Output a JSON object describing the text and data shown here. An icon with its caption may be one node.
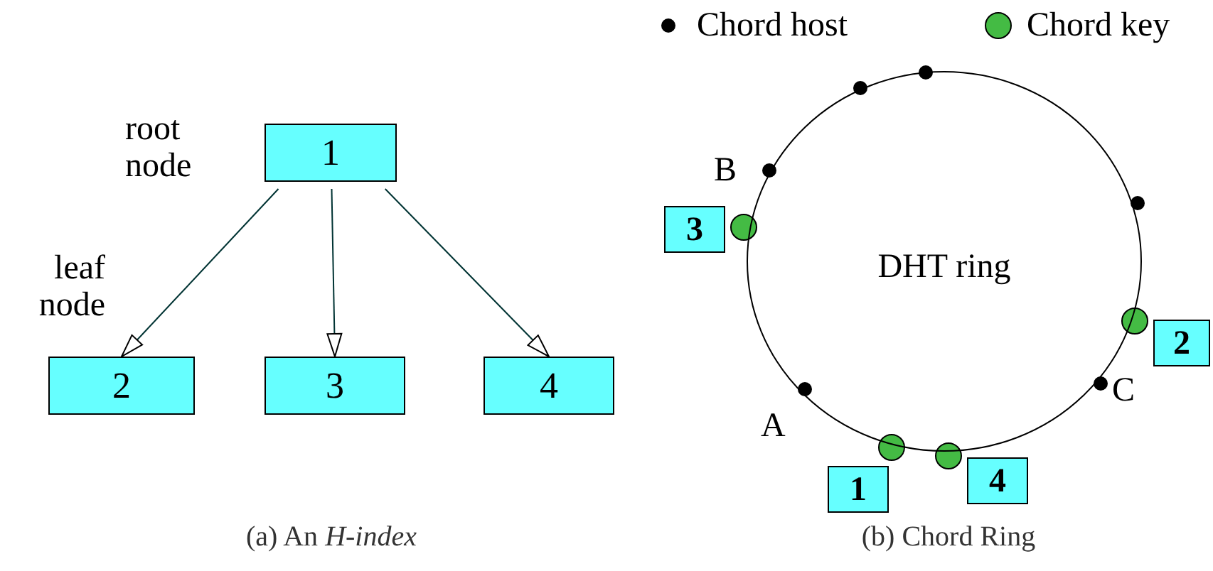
{
  "diagram": {
    "nodes": [
      {
        "text": [
          "1"
        ]
      },
      {
        "text": [
          "2"
        ]
      },
      {
        "text": [
          "3"
        ]
      },
      {
        "text": [
          "4"
        ]
      },
      {
        "text": [
          "DHT ring"
        ]
      },
      {
        "text": [
          "3"
        ]
      },
      {
        "text": [
          "2"
        ]
      },
      {
        "text": [
          "1"
        ]
      },
      {
        "text": [
          "4"
        ]
      }
    ],
    "edges": [
      {
        "from": 0,
        "to": 1,
        "arrow": "to"
      },
      {
        "from": 0,
        "to": 2,
        "arrow": "to"
      },
      {
        "from": 0,
        "to": 3,
        "arrow": "to"
      }
    ],
    "labels": [
      "root node",
      "leaf node",
      "B",
      "A",
      "C",
      "(a) An *H-index*",
      "(b) Chord Ring"
    ],
    "legend": [
      {
        "text": "Chord host",
        "color": "#000000"
      },
      {
        "text": "Chord key",
        "color": "#44bb44"
      }
    ]
  }
}
